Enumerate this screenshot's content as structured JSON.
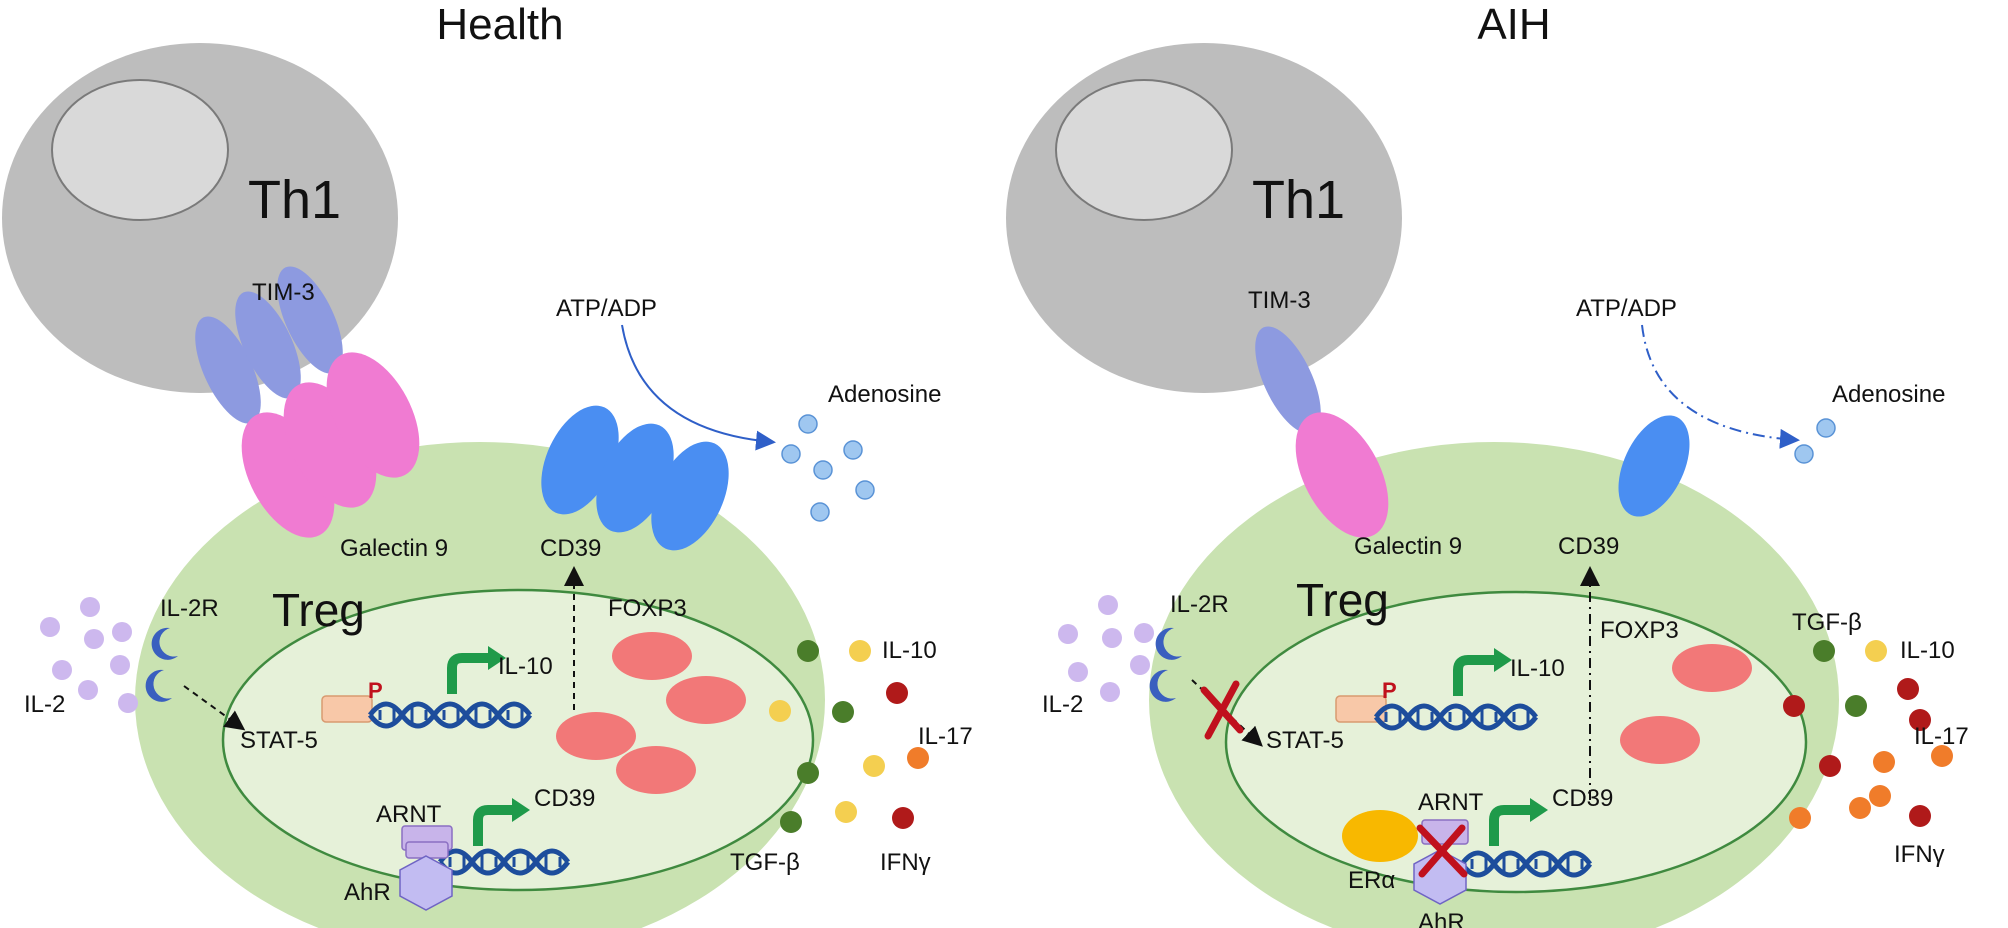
{
  "colors": {
    "th1_cell": "#bdbdbd",
    "th1_nucleus": "#d9d9d9",
    "treg_cell": "#c9e2b1",
    "treg_nucleus": "#e6f1d9",
    "tim3": "#8d9ae0",
    "galectin9": "#f07bd2",
    "cd39": "#4a8ef2",
    "foxp3": "#f27878",
    "adenosine": "#9fc7f0",
    "il2": "#cdb8ee",
    "il2r": "#3a5fbf",
    "dna": "#1d4d9c",
    "arrow_green": "#1f9a4a",
    "p_box": "#f8c8a8",
    "arnt": "#c8b4ea",
    "ahr": "#c2bcf2",
    "era": "#f8b800",
    "block_x": "#c0111d",
    "tgfb": "#4a7d2a",
    "il10": "#f4cf50",
    "il17": "#f07c2a",
    "ifng": "#b01a1a"
  },
  "panels": [
    {
      "id": "health",
      "title": "Health",
      "labels": {
        "th1": "Th1",
        "tim3": "TIM-3",
        "atp_adp": "ATP/ADP",
        "adenosine": "Adenosine",
        "galectin9": "Galectin 9",
        "cd39_surface": "CD39",
        "treg": "Treg",
        "il2r": "IL-2R",
        "il2": "IL-2",
        "foxp3": "FOXP3",
        "p": "P",
        "il10_gene": "IL-10",
        "stat5": "STAT-5",
        "arnt": "ARNT",
        "cd39_gene": "CD39",
        "ahr": "AhR",
        "il10": "IL-10",
        "il17": "IL-17",
        "tgfb": "TGF-β",
        "ifng": "IFNγ"
      }
    },
    {
      "id": "aih",
      "title": "AIH",
      "labels": {
        "th1": "Th1",
        "tim3": "TIM-3",
        "atp_adp": "ATP/ADP",
        "adenosine": "Adenosine",
        "galectin9": "Galectin 9",
        "cd39_surface": "CD39",
        "treg": "Treg",
        "il2r": "IL-2R",
        "il2": "IL-2",
        "foxp3": "FOXP3",
        "p": "P",
        "il10_gene": "IL-10",
        "stat5": "STAT-5",
        "arnt": "ARNT",
        "cd39_gene": "CD39",
        "ahr": "AhR",
        "era": "ERα",
        "tgfb": "TGF-β",
        "il10": "IL-10",
        "il17": "IL-17",
        "ifng": "IFNγ"
      }
    }
  ]
}
